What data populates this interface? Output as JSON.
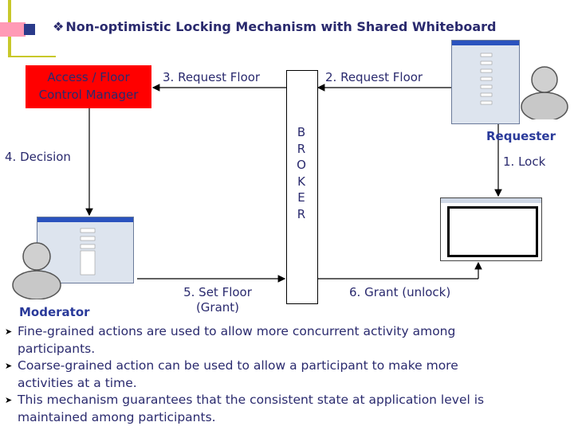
{
  "title": "Non-optimistic Locking Mechanism with Shared Whiteboard",
  "title_bullet": "❖",
  "nodes": {
    "manager": [
      "Access / Floor",
      "Control Manager"
    ],
    "broker_letters": [
      "B",
      "R",
      "O",
      "K",
      "E",
      "R"
    ],
    "requester": "Requester",
    "moderator": "Moderator"
  },
  "edges": {
    "e1": "1. Lock",
    "e2": "2. Request Floor",
    "e3": "3. Request Floor",
    "e4": "4. Decision",
    "e5": [
      "5. Set Floor",
      "(Grant)"
    ],
    "e6": "6. Grant (unlock)"
  },
  "bullets": [
    [
      "Fine-grained actions are used to allow more concurrent activity among",
      "participants."
    ],
    [
      "Coarse-grained action can be used to allow a participant to make more",
      "activities at a time."
    ],
    [
      "This mechanism guarantees that the consistent state at application level is",
      "maintained among participants."
    ]
  ],
  "colors": {
    "manager_fill": "#ff0000",
    "text": "#2a2a6e",
    "accent": "#2a3a9a"
  },
  "icons": [
    "person-icon",
    "window-screenshot-icon",
    "whiteboard-icon",
    "arrow-bullet-icon"
  ]
}
